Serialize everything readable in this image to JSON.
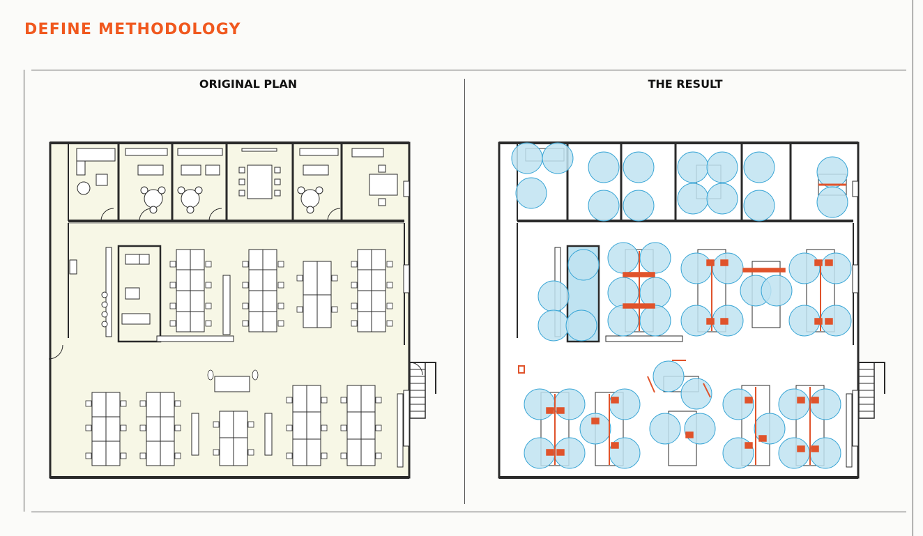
{
  "header": {
    "title": "DEFINE METHODOLOGY"
  },
  "panels": {
    "left": {
      "title": "ORIGINAL PLAN"
    },
    "right": {
      "title": "THE RESULT"
    }
  },
  "colors": {
    "accent": "#f0581e",
    "floor": "#f7f7e6",
    "wall": "#2a2a2a",
    "furniture": "#ffffff",
    "clearance_fill": "#bfe3f1",
    "clearance_stroke": "#3aa6d6",
    "partition": "#e0532b"
  }
}
